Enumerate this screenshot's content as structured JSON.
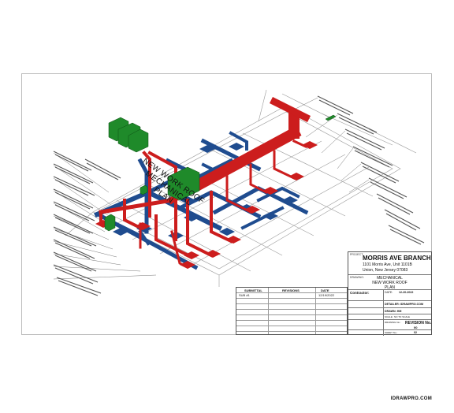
{
  "drawing": {
    "title_lines": [
      "NEW WORK ROOF",
      "MECHANICAL",
      "PLAN"
    ]
  },
  "title_block": {
    "project_label": "PROJECT:",
    "project_name": "MORRIS AVE BRANCH",
    "address_line1": "1101 Morris Ave, Unit 1101B",
    "address_line2": "Union, New Jersey  07083",
    "drawing_label": "DRAWING:",
    "drawing_name_lines": [
      "MECHANICAL",
      "NEW WORK ROOF",
      "PLAN"
    ],
    "contractor_label": "Contractor:",
    "date_label": "DATE:",
    "date_value": "12-20-2022",
    "detailer": "DETAILER: IDRAWPRO.COM",
    "drawn_by": "DRAWN: HM",
    "scale": "SCALE:",
    "scale_value": "NO TO SCALE",
    "drawing_no_label": "DRAWING No.:",
    "revision_label": "REVISION No.",
    "revision_value": "00",
    "sheet_label": "SHEET No.:",
    "sheet_value": "02"
  },
  "revision_table": {
    "headers": [
      "SUBMITTAL",
      "REVISIONS",
      "DATE"
    ],
    "rows": [
      [
        "SUB #1",
        "",
        "12/19/2022"
      ]
    ]
  },
  "footer": {
    "watermark": "IDRAWPRO.COM"
  },
  "colors": {
    "duct_supply": "#cc1d1d",
    "duct_return": "#1f4c8f",
    "equipment": "#1f8a2a",
    "linework": "#9a9a9a"
  }
}
